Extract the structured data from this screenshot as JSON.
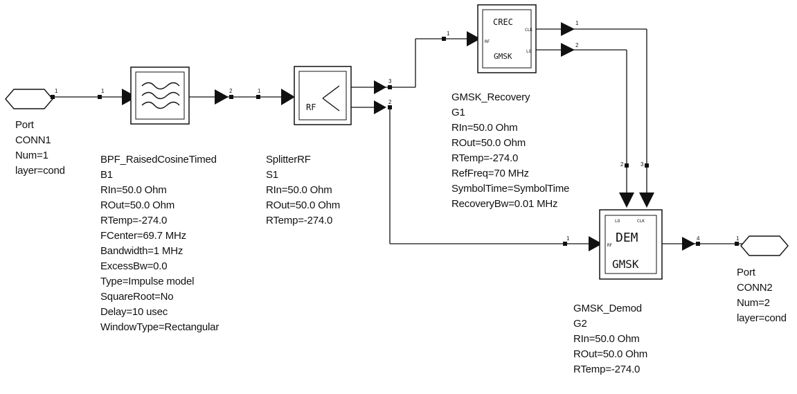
{
  "components": {
    "port1": {
      "lines": [
        "Port",
        "CONN1",
        "Num=1",
        "layer=cond"
      ]
    },
    "bpf": {
      "lines": [
        "BPF_RaisedCosineTimed",
        "B1",
        "RIn=50.0 Ohm",
        "ROut=50.0 Ohm",
        "RTemp=-274.0",
        "FCenter=69.7 MHz",
        "Bandwidth=1 MHz",
        "ExcessBw=0.0",
        "Type=Impulse model",
        "SquareRoot=No",
        "Delay=10 usec",
        "WindowType=Rectangular"
      ]
    },
    "splitter": {
      "lines": [
        "SplitterRF",
        "S1",
        "RIn=50.0 Ohm",
        "ROut=50.0 Ohm",
        "RTemp=-274.0"
      ],
      "symbol_text": "RF"
    },
    "recovery": {
      "lines": [
        "GMSK_Recovery",
        "G1",
        "RIn=50.0 Ohm",
        "ROut=50.0 Ohm",
        "RTemp=-274.0",
        "RefFreq=70 MHz",
        "SymbolTime=SymbolTime",
        "RecoveryBw=0.01 MHz"
      ],
      "symbol_top": "CREC",
      "symbol_bottom": "GMSK",
      "pin_clk": "CLK",
      "pin_lo": "LO",
      "pin_rf": "RF"
    },
    "demod": {
      "lines": [
        "GMSK_Demod",
        "G2",
        "RIn=50.0 Ohm",
        "ROut=50.0 Ohm",
        "RTemp=-274.0"
      ],
      "symbol_top": "DEM",
      "symbol_bottom": "GMSK",
      "pin_lo": "LO",
      "pin_clk": "CLK",
      "pin_rf": "RF"
    },
    "port2": {
      "lines": [
        "Port",
        "CONN2",
        "Num=2",
        "layer=cond"
      ]
    }
  },
  "pin_numbers": {
    "p1": "1",
    "bpf_in": "1",
    "bpf_out": "2",
    "spl_in": "1",
    "spl_o3": "3",
    "spl_o2": "2",
    "rec_in": "1",
    "rec_o1": "1",
    "rec_o2": "2",
    "dem_lo": "2",
    "dem_clk": "3",
    "dem_rf": "1",
    "dem_out": "4",
    "p2": "1"
  }
}
